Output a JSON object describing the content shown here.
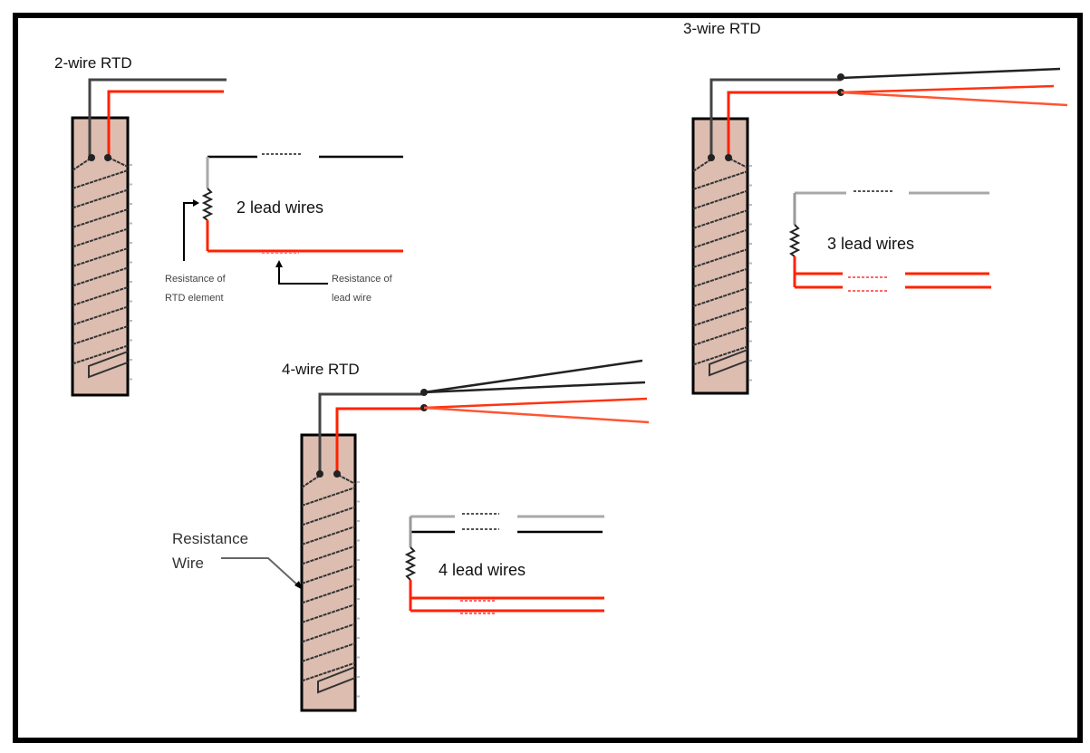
{
  "colors": {
    "frame": "#000000",
    "probe_fill": "#dcbdb0",
    "wire_black": "#333333",
    "wire_red": "#ff2200",
    "wire_gray": "#a8a8a8",
    "dash_red": "#ff6666"
  },
  "rtd_2wire": {
    "title": "2-wire RTD",
    "lead_label": "2 lead wires",
    "note_rtd_element": [
      "Resistance of",
      "RTD element"
    ],
    "note_lead_wire": [
      "Resistance of",
      "lead wire"
    ]
  },
  "rtd_3wire": {
    "title": "3-wire RTD",
    "lead_label": "3 lead wires"
  },
  "rtd_4wire": {
    "title": "4-wire RTD",
    "lead_label": "4 lead wires",
    "note_resistance_wire": [
      "Resistance",
      "Wire"
    ]
  }
}
